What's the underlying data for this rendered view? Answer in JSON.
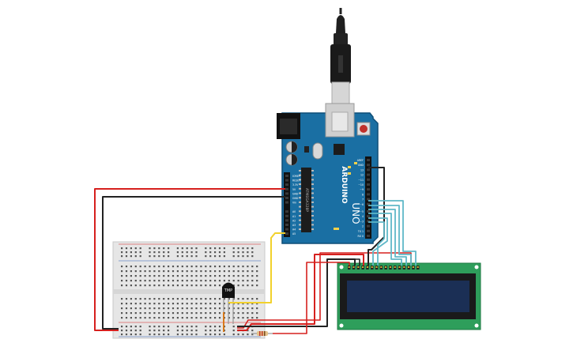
{
  "arduino": {
    "brand": "ARDUINO",
    "model": "UNO",
    "chip_label": "ATMEGA328P",
    "power_header_labels": [
      "IOREF",
      "RESET",
      "3.3V",
      "5V",
      "GND",
      "GND",
      "Vin"
    ],
    "analog_header_labels": [
      "A0",
      "A1",
      "A2",
      "A3",
      "A4",
      "A5"
    ],
    "digital_header_labels": [
      "AREF",
      "GND",
      "13",
      "12",
      "~11",
      "~10",
      "~9",
      "8",
      "7",
      "~6",
      "~5",
      "4",
      "~3",
      "2",
      "TX 1",
      "RX 0"
    ],
    "digital_section_label": "DIGITAL (PWM ~)",
    "analog_section_label": "ANALOG IN",
    "power_section_label": "POWER",
    "led_labels": [
      "L",
      "TX",
      "RX",
      "ON"
    ],
    "board_color": "#1a6fa3"
  },
  "sensor": {
    "label": "TMP"
  },
  "lcd": {
    "pcb_color": "#2e9e5b",
    "screen_color": "#1b2f55",
    "pin_count": 16
  },
  "breadboard": {
    "body_color": "#e6e6e6"
  },
  "wire_colors": {
    "red": "#d6201e",
    "black": "#222222",
    "cyan": "#5fb8c8",
    "yellow": "#f2d12c",
    "orange": "#d97a1a"
  }
}
